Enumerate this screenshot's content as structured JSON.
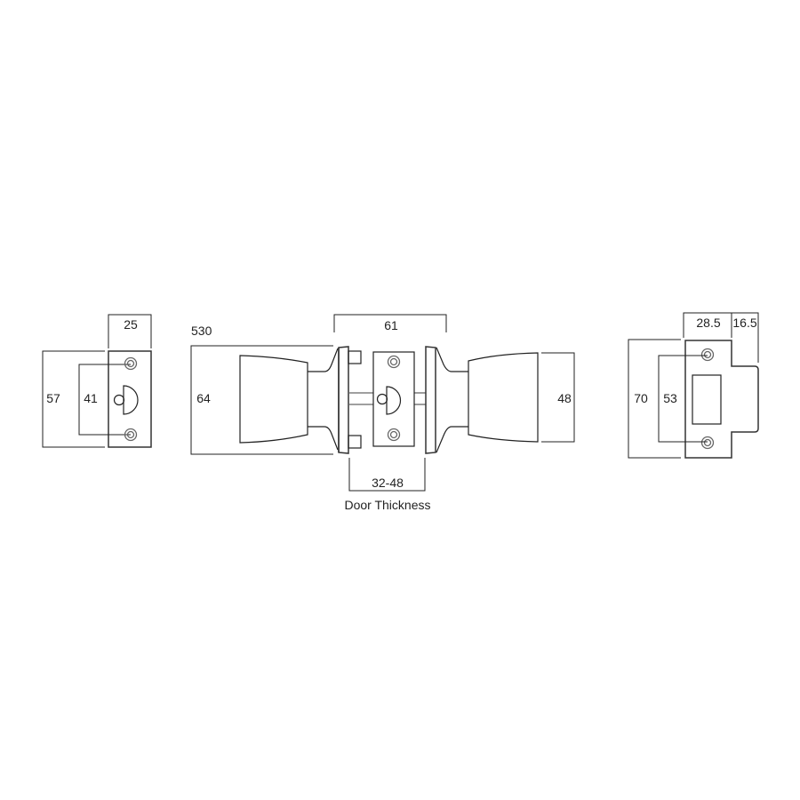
{
  "drawing": {
    "subject": "door knob set with latch and strike plate",
    "line_color": "#222222",
    "background": "#ffffff"
  },
  "latch_faceplate": {
    "width_label": "25",
    "height_label": "57",
    "hole_spacing_label": "41"
  },
  "knob_assembly": {
    "projection_label": "530",
    "overall_length_label": "61",
    "rose_diameter_label": "64",
    "knob_diameter_label": "48",
    "door_thickness_range_label": "32-48",
    "door_thickness_caption": "Door Thickness"
  },
  "strike_plate": {
    "plate_width_label": "28.5",
    "lip_width_label": "16.5",
    "height_label": "70",
    "hole_spacing_label": "53"
  }
}
